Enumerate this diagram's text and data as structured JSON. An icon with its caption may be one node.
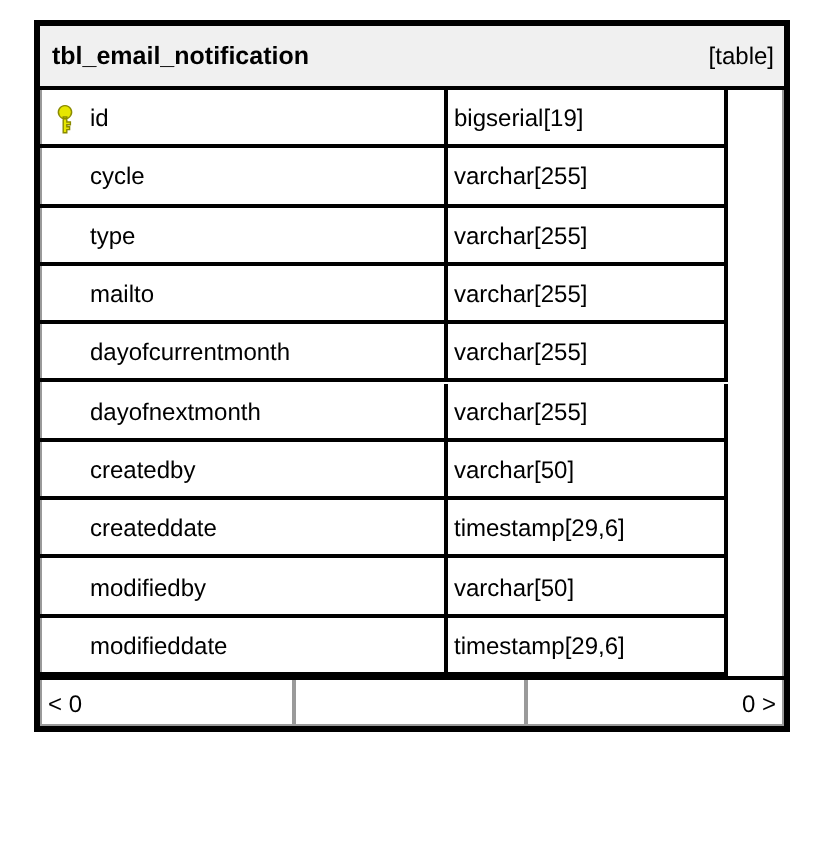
{
  "diagram": {
    "nodes": [
      {
        "text": [
          "tbl_email_notification",
          "[table]"
        ]
      }
    ],
    "labels": [
      "id",
      "bigserial[19]",
      "cycle",
      "varchar[255]",
      "type",
      "varchar[255]",
      "mailto",
      "varchar[255]",
      "dayofcurrentmonth",
      "varchar[255]",
      "dayofnextmonth",
      "varchar[255]",
      "createdby",
      "varchar[50]",
      "createddate",
      "timestamp[29,6]",
      "modifiedby",
      "varchar[50]",
      "modifieddate",
      "timestamp[29,6]",
      "< 0",
      "0 >"
    ]
  }
}
